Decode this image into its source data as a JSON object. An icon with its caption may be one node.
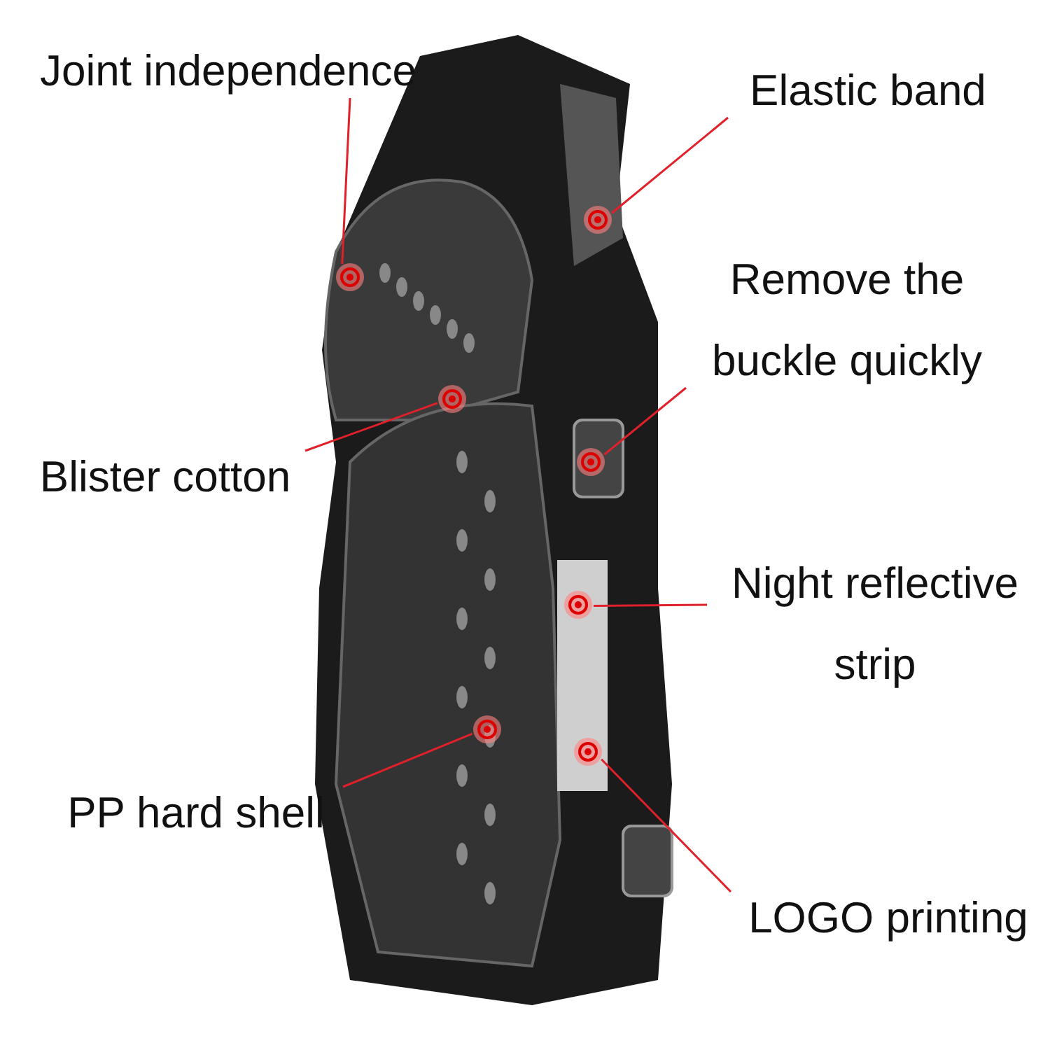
{
  "diagram": {
    "nodes": [
      {
        "text": [
          "Joint independence"
        ]
      },
      {
        "text": [
          "Elastic band"
        ]
      },
      {
        "text": [
          "Remove the buckle quickly"
        ]
      },
      {
        "text": [
          "Blister cotton"
        ]
      },
      {
        "text": [
          "Night reflective strip"
        ]
      },
      {
        "text": [
          "PP hard shell"
        ]
      },
      {
        "text": [
          "LOGO printing"
        ]
      },
      {
        "text": [],
        "shape": "circle"
      },
      {
        "text": [],
        "shape": "circle"
      },
      {
        "text": [],
        "shape": "circle"
      },
      {
        "text": [],
        "shape": "circle"
      },
      {
        "text": [],
        "shape": "circle"
      },
      {
        "text": [],
        "shape": "circle"
      },
      {
        "text": [],
        "shape": "circle"
      }
    ],
    "edges": [
      {
        "from": 0,
        "to": 8,
        "arrow": "none"
      },
      {
        "from": 1,
        "to": 7,
        "arrow": "none"
      },
      {
        "from": 2,
        "to": 10,
        "arrow": "none"
      },
      {
        "from": 3,
        "to": 9,
        "arrow": "none"
      },
      {
        "from": 4,
        "to": 11,
        "arrow": "none"
      },
      {
        "from": 5,
        "to": 12,
        "arrow": "none"
      },
      {
        "from": 6,
        "to": 13,
        "arrow": "none"
      }
    ]
  }
}
